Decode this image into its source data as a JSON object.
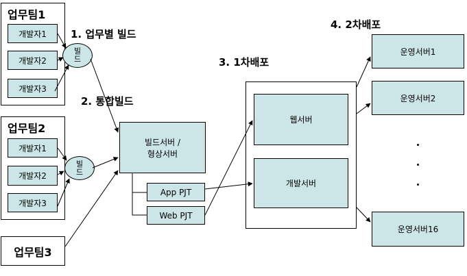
{
  "teams": [
    {
      "title": "업무팀1",
      "devs": [
        "개발자1",
        "개발자2",
        "개발자3"
      ]
    },
    {
      "title": "업무팀2",
      "devs": [
        "개발자1",
        "개발자2",
        "개발자3"
      ]
    },
    {
      "title": "업무팀3"
    }
  ],
  "build_node": "빌\n드",
  "steps": {
    "s1": "1. 업무별 빌드",
    "s2": "2. 통합빌드",
    "s3": "3. 1차배포",
    "s4": "4. 2차배포"
  },
  "build_server": {
    "label": "빌드서버 /\n형상서버",
    "projects": [
      "App PJT",
      "Web PJT"
    ]
  },
  "stage1_servers": [
    "웹서버",
    "개발서버"
  ],
  "prod_servers": {
    "first": "운영서버1",
    "second": "운영서버2",
    "last": "운영서버16",
    "ellipsis": "⋮"
  },
  "colors": {
    "box_fill": "#cce6e8",
    "line": "#000000"
  }
}
